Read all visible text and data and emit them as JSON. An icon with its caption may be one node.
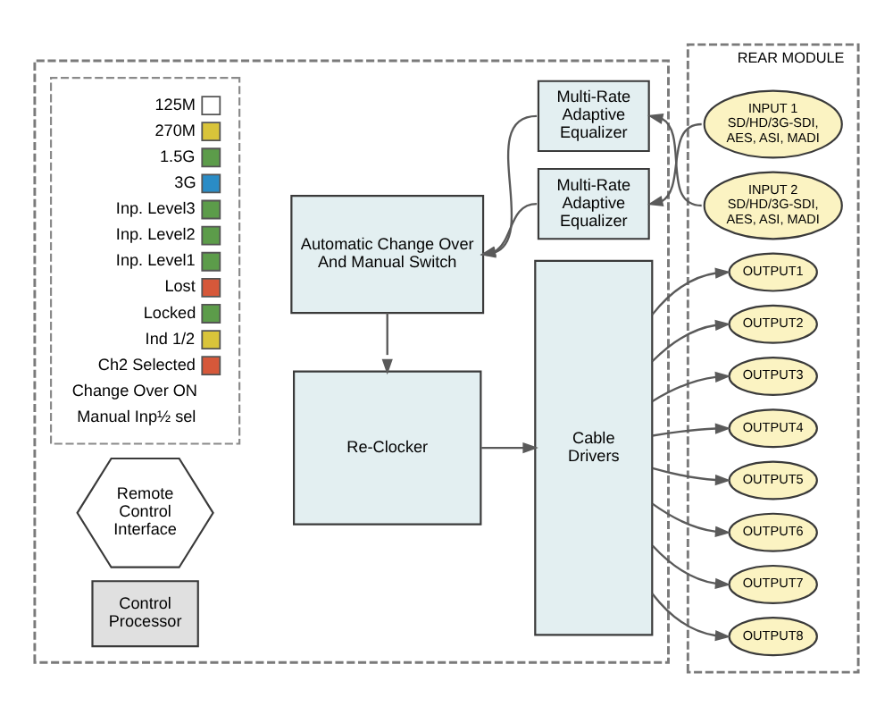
{
  "diagram": {
    "nodes": [
      {
        "text": [],
        "shape": "box"
      },
      {
        "text": [
          "125M",
          "270M",
          "1.5G",
          "3G",
          "Inp. Level3",
          "Inp. Level2",
          "Inp. Level1",
          "Lost",
          "Locked",
          "Ind 1/2",
          "Ch2 Selected",
          "Change Over ON",
          "Manual Inp½ sel"
        ],
        "in": 0
      },
      {
        "text": [
          "Automatic Change Over And Manual Switch"
        ],
        "in": 0
      },
      {
        "text": [
          "Multi-Rate Adaptive Equalizer"
        ],
        "in": 0
      },
      {
        "text": [
          "Multi-Rate Adaptive Equalizer"
        ],
        "in": 0
      },
      {
        "text": [
          "Re-Clocker"
        ],
        "in": 0
      },
      {
        "text": [
          "Cable Drivers"
        ],
        "in": 0
      },
      {
        "text": [
          "Remote Control Interface"
        ],
        "in": 0
      },
      {
        "text": [
          "Control Processor"
        ],
        "in": 0
      },
      {
        "text": [
          "REAR MODULE"
        ]
      },
      {
        "text": [
          "INPUT 1",
          "SD/HD/3G-SDI, AES, ASI, MADI"
        ],
        "in": 9
      },
      {
        "text": [
          "INPUT 2",
          "SD/HD/3G-SDI, AES, ASI, MADI"
        ],
        "in": 9
      },
      {
        "text": [
          "OUTPUT1"
        ],
        "in": 9
      },
      {
        "text": [
          "OUTPUT2"
        ],
        "in": 9
      },
      {
        "text": [
          "OUTPUT3"
        ],
        "in": 9
      },
      {
        "text": [
          "OUTPUT4"
        ],
        "in": 9
      },
      {
        "text": [
          "OUTPUT5"
        ],
        "in": 9
      },
      {
        "text": [
          "OUTPUT6"
        ],
        "in": 9
      },
      {
        "text": [
          "OUTPUT7"
        ],
        "in": 9
      },
      {
        "text": [
          "OUTPUT8"
        ],
        "in": 9
      }
    ],
    "edges": [
      {
        "from": 10,
        "to": 3,
        "arrow": "to"
      },
      {
        "from": 11,
        "to": 4,
        "arrow": "to"
      },
      {
        "from": 3,
        "to": 2,
        "arrow": "to"
      },
      {
        "from": 4,
        "to": 2,
        "arrow": "to"
      },
      {
        "from": 2,
        "to": 5,
        "arrow": "to"
      },
      {
        "from": 5,
        "to": 6,
        "arrow": "to"
      },
      {
        "from": 6,
        "to": 12,
        "arrow": "to"
      },
      {
        "from": 6,
        "to": 13,
        "arrow": "to"
      },
      {
        "from": 6,
        "to": 14,
        "arrow": "to"
      },
      {
        "from": 6,
        "to": 15,
        "arrow": "to"
      },
      {
        "from": 6,
        "to": 16,
        "arrow": "to"
      },
      {
        "from": 6,
        "to": 17,
        "arrow": "to"
      },
      {
        "from": 6,
        "to": 18,
        "arrow": "to"
      },
      {
        "from": 6,
        "to": 19,
        "arrow": "to"
      }
    ]
  }
}
